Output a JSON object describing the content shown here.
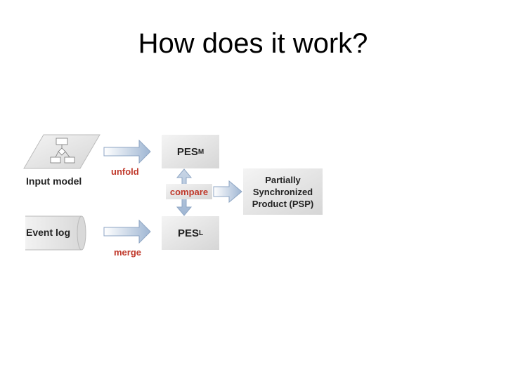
{
  "slide": {
    "title": "How does it work?"
  },
  "diagram": {
    "input_model": "Input model",
    "event_log": "Event log",
    "unfold": "unfold",
    "merge": "merge",
    "compare": "compare",
    "pes_m": {
      "main": "PES",
      "sub": "M"
    },
    "pes_l": {
      "main": "PES",
      "sub": "L"
    },
    "psp": {
      "line1": "Partially",
      "line2": "Synchronized",
      "line3": "Product (PSP)"
    }
  }
}
